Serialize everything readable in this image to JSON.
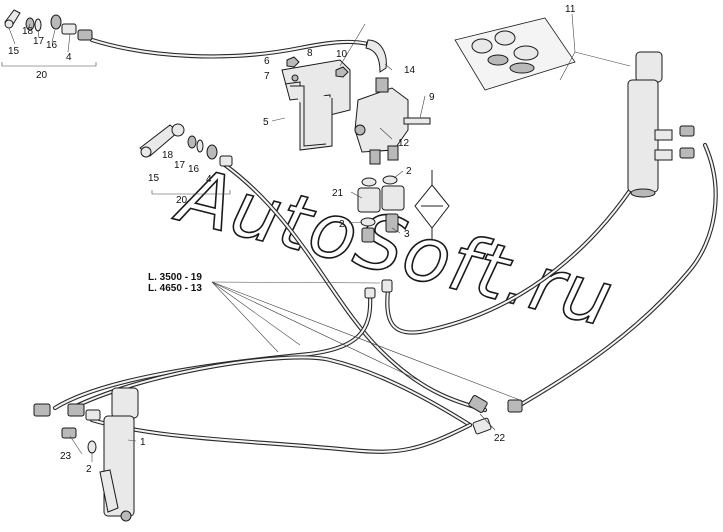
{
  "diagram": {
    "watermark": "AutoSoft.ru",
    "lengths": [
      "L. 3500 - 19",
      "L. 4650 - 13"
    ],
    "callouts": [
      {
        "id": "c15a",
        "text": "15"
      },
      {
        "id": "c18a",
        "text": "18"
      },
      {
        "id": "c17a",
        "text": "17"
      },
      {
        "id": "c16a",
        "text": "16"
      },
      {
        "id": "c4a",
        "text": "4"
      },
      {
        "id": "c20a",
        "text": "20"
      },
      {
        "id": "c6",
        "text": "6"
      },
      {
        "id": "c7",
        "text": "7"
      },
      {
        "id": "c8",
        "text": "8"
      },
      {
        "id": "c10",
        "text": "10"
      },
      {
        "id": "c14",
        "text": "14"
      },
      {
        "id": "c11",
        "text": "11"
      },
      {
        "id": "c5",
        "text": "5"
      },
      {
        "id": "c9",
        "text": "9"
      },
      {
        "id": "c12",
        "text": "12"
      },
      {
        "id": "c2a",
        "text": "2"
      },
      {
        "id": "c21",
        "text": "21"
      },
      {
        "id": "c2b",
        "text": "2"
      },
      {
        "id": "c3",
        "text": "3"
      },
      {
        "id": "c18b",
        "text": "18"
      },
      {
        "id": "c17b",
        "text": "17"
      },
      {
        "id": "c16b",
        "text": "16"
      },
      {
        "id": "c4b",
        "text": "4"
      },
      {
        "id": "c15b",
        "text": "15"
      },
      {
        "id": "c20b",
        "text": "20"
      },
      {
        "id": "c1",
        "text": "1"
      },
      {
        "id": "c23",
        "text": "23"
      },
      {
        "id": "c2c",
        "text": "2"
      },
      {
        "id": "c22",
        "text": "22"
      }
    ]
  }
}
